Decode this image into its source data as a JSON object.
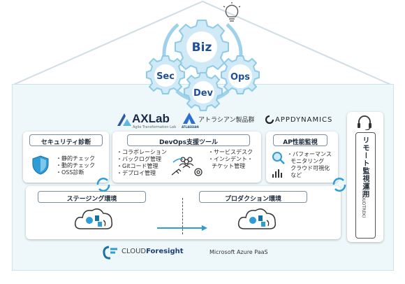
{
  "gears": {
    "biz": "Biz",
    "sec": "Sec",
    "ops": "Ops",
    "dev": "Dev"
  },
  "logos": {
    "axlab": "AXLab",
    "axlab_sub": "Agile Transformation Lab",
    "atlassian_word": "ATLASSIAN",
    "atlassian_products": "アトラシアン製品群",
    "appdynamics": "APPDYNAMICS",
    "cloud_foresight_pre": "CLOUD",
    "cloud_foresight_bold": "Foresight",
    "azure": "Microsoft Azure PaaS"
  },
  "security": {
    "title": "セキュリティ診断",
    "items": [
      "静的チェック",
      "動的チェック",
      "OSS診断"
    ]
  },
  "devops": {
    "title": "DevOps支援ツール",
    "left_items": [
      "コラボレーション",
      "バックログ管理",
      "Gitコード管理",
      "デプロイ管理"
    ],
    "right_items": [
      "サービスデスク",
      "インシデント・",
      "チケット管理"
    ]
  },
  "ap": {
    "title": "AP性能監視",
    "items": [
      "パフォーマンス",
      "モニタリング"
    ],
    "extra": [
      "クラウド可視化",
      "など"
    ]
  },
  "staging": {
    "title": "ステージング環境"
  },
  "production": {
    "title": "プロダクション環境"
  },
  "remote": {
    "title": "リモート監視運用",
    "sub": "(CLOUDTREK)"
  }
}
